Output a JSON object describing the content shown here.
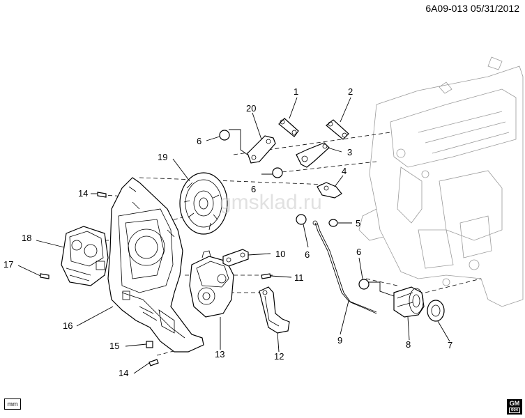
{
  "header": {
    "diagram_id": "6A09-013 05/31/2012"
  },
  "footer": {
    "units_label": "mm",
    "logo_text": "GM",
    "logo_sub": "004"
  },
  "watermark": "gmsklad.ru",
  "callouts": [
    {
      "id": "c1",
      "label": "1"
    },
    {
      "id": "c2",
      "label": "2"
    },
    {
      "id": "c3",
      "label": "3"
    },
    {
      "id": "c4",
      "label": "4"
    },
    {
      "id": "c5",
      "label": "5"
    },
    {
      "id": "c6a",
      "label": "6"
    },
    {
      "id": "c6b",
      "label": "6"
    },
    {
      "id": "c6c",
      "label": "6"
    },
    {
      "id": "c6d",
      "label": "6"
    },
    {
      "id": "c7",
      "label": "7"
    },
    {
      "id": "c8",
      "label": "8"
    },
    {
      "id": "c9",
      "label": "9"
    },
    {
      "id": "c10",
      "label": "10"
    },
    {
      "id": "c11",
      "label": "11"
    },
    {
      "id": "c12",
      "label": "12"
    },
    {
      "id": "c13",
      "label": "13"
    },
    {
      "id": "c14a",
      "label": "14"
    },
    {
      "id": "c14b",
      "label": "14"
    },
    {
      "id": "c15",
      "label": "15"
    },
    {
      "id": "c16",
      "label": "16"
    },
    {
      "id": "c17",
      "label": "17"
    },
    {
      "id": "c18",
      "label": "18"
    },
    {
      "id": "c19",
      "label": "19"
    },
    {
      "id": "c20",
      "label": "20"
    }
  ]
}
